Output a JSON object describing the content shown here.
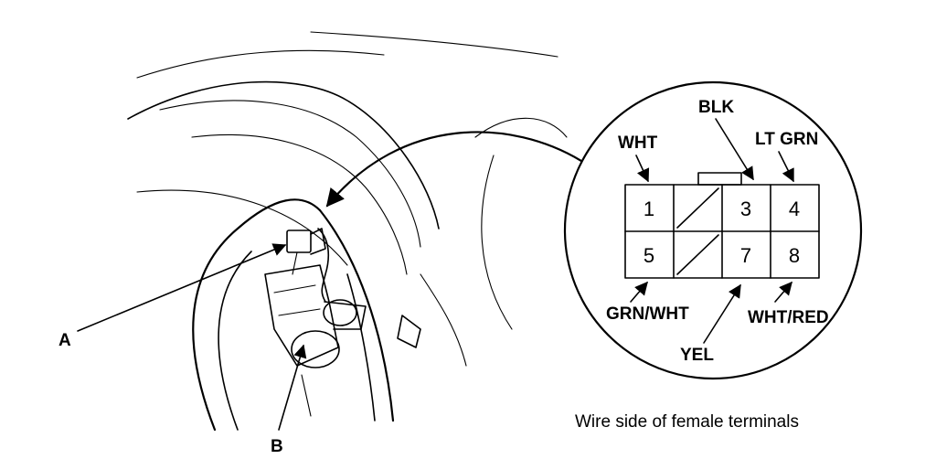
{
  "callouts": {
    "a": "A",
    "b": "B"
  },
  "wires": {
    "blk": "BLK",
    "wht": "WHT",
    "lt_grn": "LT GRN",
    "grn_wht": "GRN/WHT",
    "yel": "YEL",
    "wht_red": "WHT/RED"
  },
  "terminals": {
    "t1": "1",
    "t3": "3",
    "t4": "4",
    "t5": "5",
    "t7": "7",
    "t8": "8"
  },
  "caption": "Wire side of female terminals"
}
